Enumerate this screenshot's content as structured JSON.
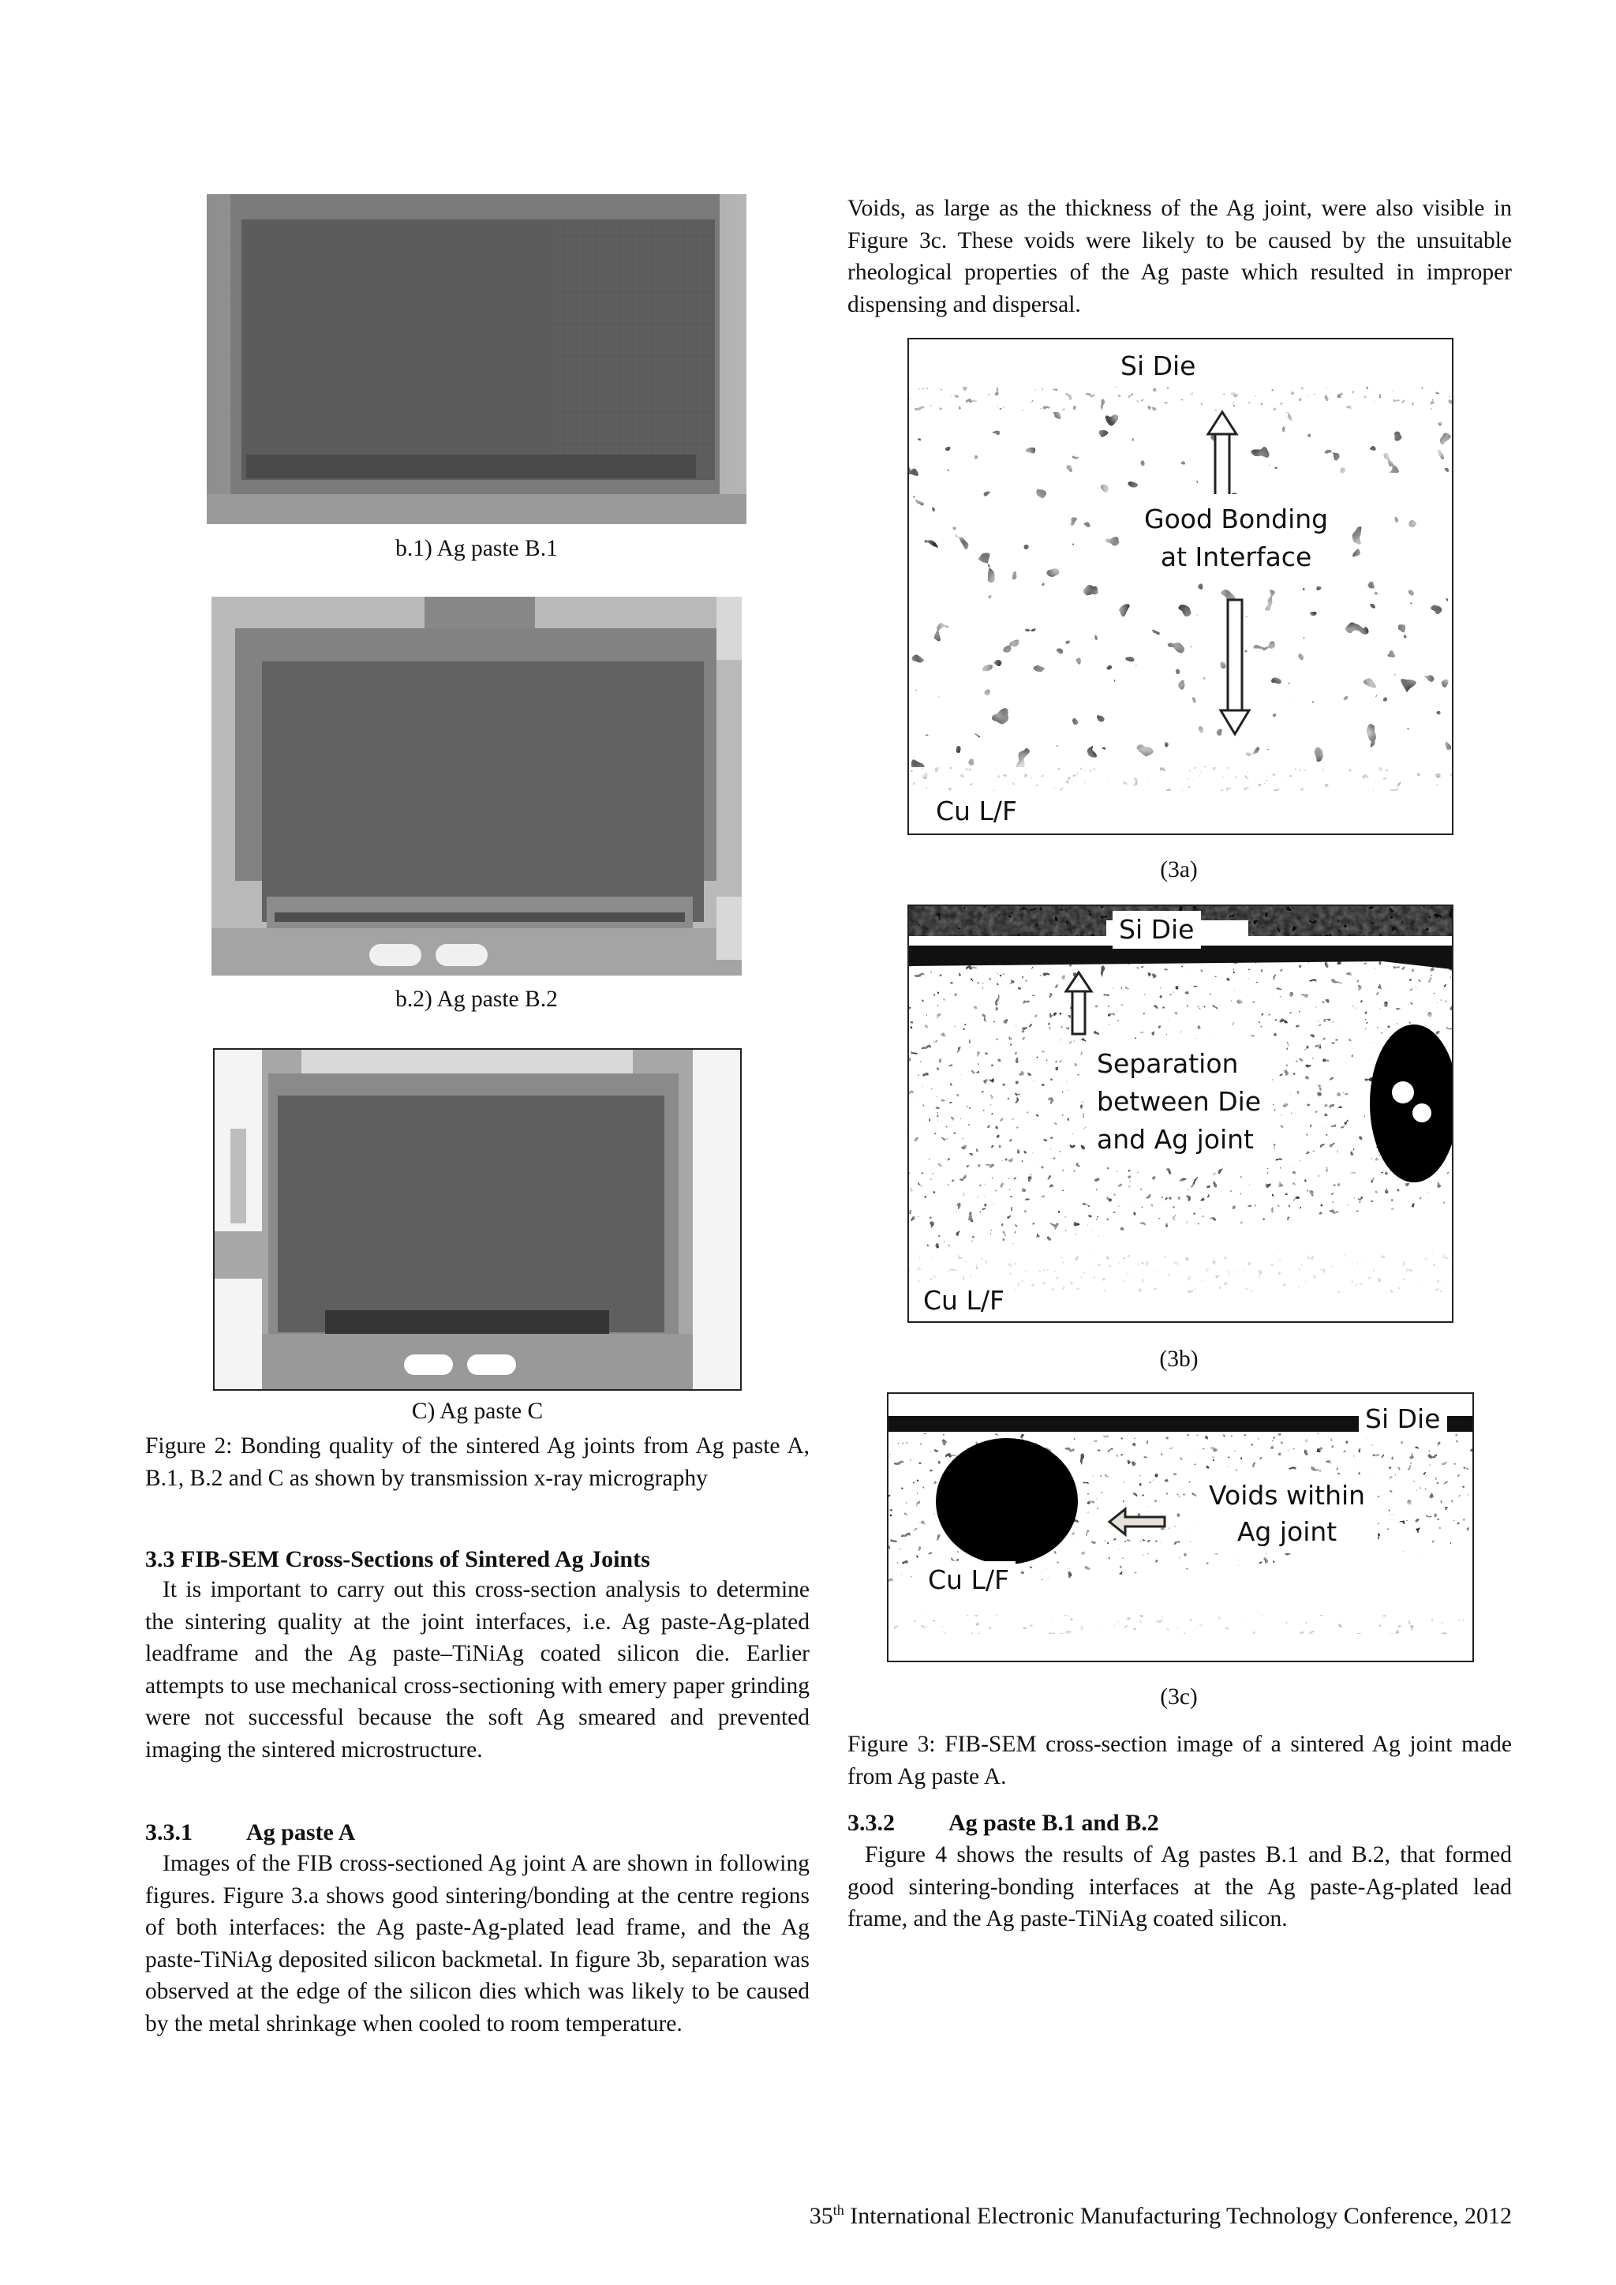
{
  "left_column": {
    "fig2": {
      "label_b1": "b.1) Ag paste B.1",
      "label_b2": "b.2) Ag paste B.2",
      "label_c": "C) Ag paste C",
      "caption": "Figure 2: Bonding quality of the sintered Ag joints from Ag paste A, B.1, B.2 and C as shown by transmission x-ray micrography"
    },
    "section_3_3": {
      "heading": "3.3 FIB-SEM Cross-Sections of Sintered Ag Joints",
      "text": "It is important to carry out this cross-section analysis to determine the sintering quality at the joint interfaces, i.e. Ag paste-Ag-plated leadframe and the Ag paste–TiNiAg coated silicon die.  Earlier attempts to use mechanical cross-sectioning with emery paper grinding were not successful because the soft Ag smeared and prevented imaging the sintered microstructure."
    },
    "section_3_3_1": {
      "number": "3.3.1",
      "title": "Ag paste A",
      "text": "Images of the FIB cross-sectioned Ag joint A are shown in following figures.  Figure 3.a shows good sintering/bonding at the centre regions of both interfaces: the Ag paste-Ag-plated lead frame, and the Ag paste-TiNiAg deposited silicon backmetal.  In figure 3b, separation was observed at the edge of the silicon dies which was likely to be caused by the metal shrinkage when cooled to room temperature."
    }
  },
  "right_column": {
    "intro_text": "Voids, as large as the thickness of the Ag joint, were also visible in Figure 3c.  These voids were likely to be caused by the unsuitable rheological properties of the Ag paste which resulted in improper dispensing and dispersal.",
    "fig3": {
      "a": {
        "top_label": "Si Die",
        "box": [
          "Good Bonding",
          "at Interface"
        ],
        "bottom_label": "Cu L/F",
        "caption": "(3a)"
      },
      "b": {
        "top_label": "Si Die",
        "box": [
          "Separation",
          "between Die",
          "and Ag joint"
        ],
        "bottom_label": "Cu L/F",
        "caption": "(3b)"
      },
      "c": {
        "top_label": "Si Die",
        "box": [
          "Voids within",
          "Ag joint"
        ],
        "bottom_label": "Cu L/F",
        "caption": "(3c)"
      },
      "caption": "Figure 3: FIB-SEM cross-section image of a sintered Ag joint made from Ag paste A."
    },
    "section_3_3_2": {
      "number": "3.3.2",
      "title": "Ag paste B.1 and B.2",
      "text": "Figure 4 shows the results of Ag pastes B.1 and B.2, that formed good sintering-bonding interfaces at the Ag paste-Ag-plated lead frame, and the Ag paste-TiNiAg coated silicon."
    }
  },
  "footer": {
    "number": "35",
    "superscript": "th",
    "text": " International Electronic Manufacturing Technology Conference, 2012"
  }
}
